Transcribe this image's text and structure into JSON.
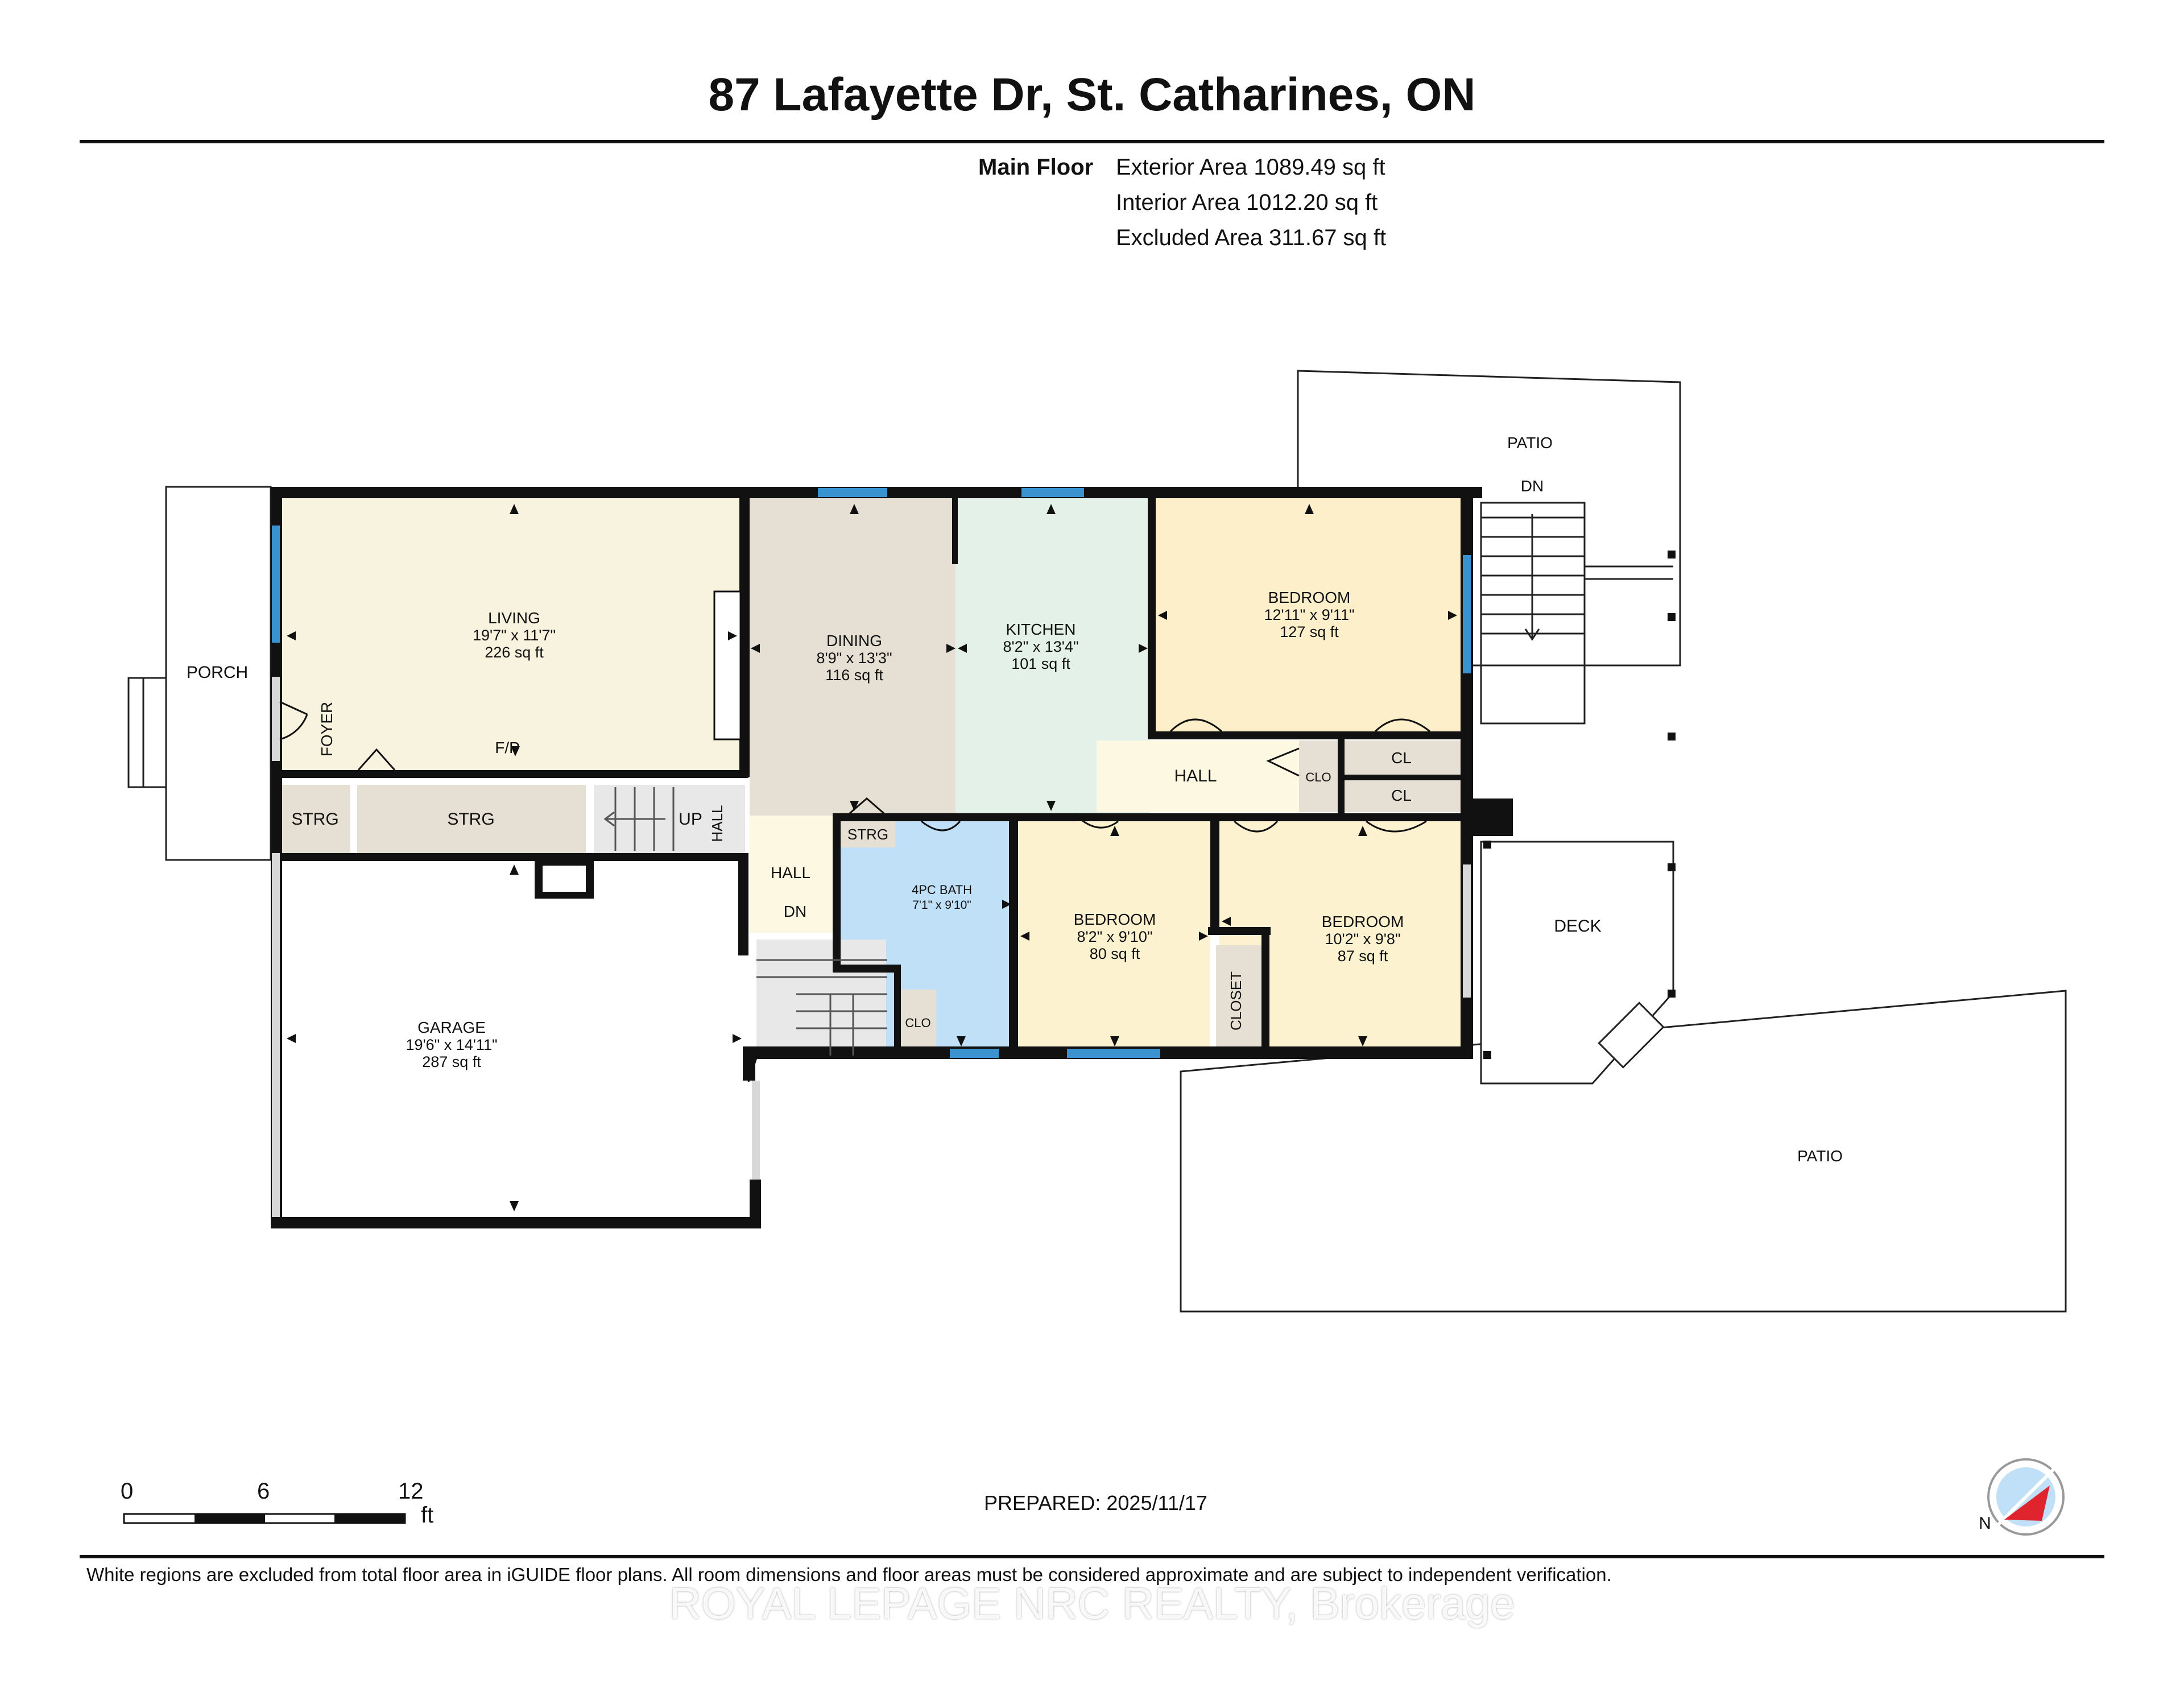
{
  "header": {
    "title": "87 Lafayette Dr, St. Catharines, ON"
  },
  "areas": {
    "floor_name": "Main Floor",
    "exterior": "Exterior Area 1089.49 sq ft",
    "interior": "Interior Area 1012.20 sq ft",
    "excluded": "Excluded Area 311.67 sq ft"
  },
  "rooms": {
    "living": {
      "name": "LIVING",
      "dims": "19'7\" x 11'7\"",
      "area": "226 sq ft"
    },
    "dining": {
      "name": "DINING",
      "dims": "8'9\" x 13'3\"",
      "area": "116 sq ft"
    },
    "kitchen": {
      "name": "KITCHEN",
      "dims": "8'2\" x 13'4\"",
      "area": "101 sq ft"
    },
    "bedroom1": {
      "name": "BEDROOM",
      "dims": "12'11\" x 9'11\"",
      "area": "127 sq ft"
    },
    "bedroom2": {
      "name": "BEDROOM",
      "dims": "8'2\" x 9'10\"",
      "area": "80 sq ft"
    },
    "bedroom3": {
      "name": "BEDROOM",
      "dims": "10'2\" x 9'8\"",
      "area": "87 sq ft"
    },
    "bath": {
      "name": "4PC BATH",
      "dims": "7'1\" x 9'10\""
    },
    "garage": {
      "name": "GARAGE",
      "dims": "19'6\" x 14'11\"",
      "area": "287 sq ft"
    }
  },
  "labels": {
    "porch": "PORCH",
    "foyer": "FOYER",
    "fp": "F/P",
    "strg": "STRG",
    "up": "UP",
    "hall": "HALL",
    "dn": "DN",
    "clo": "CLO",
    "cl": "CL",
    "closet": "CLOSET",
    "patio": "PATIO",
    "deck": "DECK"
  },
  "scale": {
    "marks": [
      "0",
      "6",
      "12"
    ],
    "unit": "ft"
  },
  "footer": {
    "prepared": "PREPARED: 2025/11/17",
    "disclaimer": "White regions are excluded from total floor area in iGUIDE floor plans. All room dimensions and floor areas must be considered approximate and are subject to independent verification.",
    "watermark": "ROYAL LEPAGE NRC REALTY, Brokerage"
  },
  "compass": {
    "label": "N"
  },
  "colors": {
    "living": "#f8f3df",
    "dining": "#e6dfd3",
    "kitchen": "#e3f1e8",
    "bedroom_main": "#fdefc9",
    "bedroom_small": "#fdf2cf",
    "bath": "#bfe0f6",
    "hall": "#fcf8e2",
    "storage": "#e6dfd3",
    "stairs": "#e8e8e8",
    "wall": "#111111",
    "window": "#3a93cf",
    "north_arrow": "#e0242d"
  }
}
